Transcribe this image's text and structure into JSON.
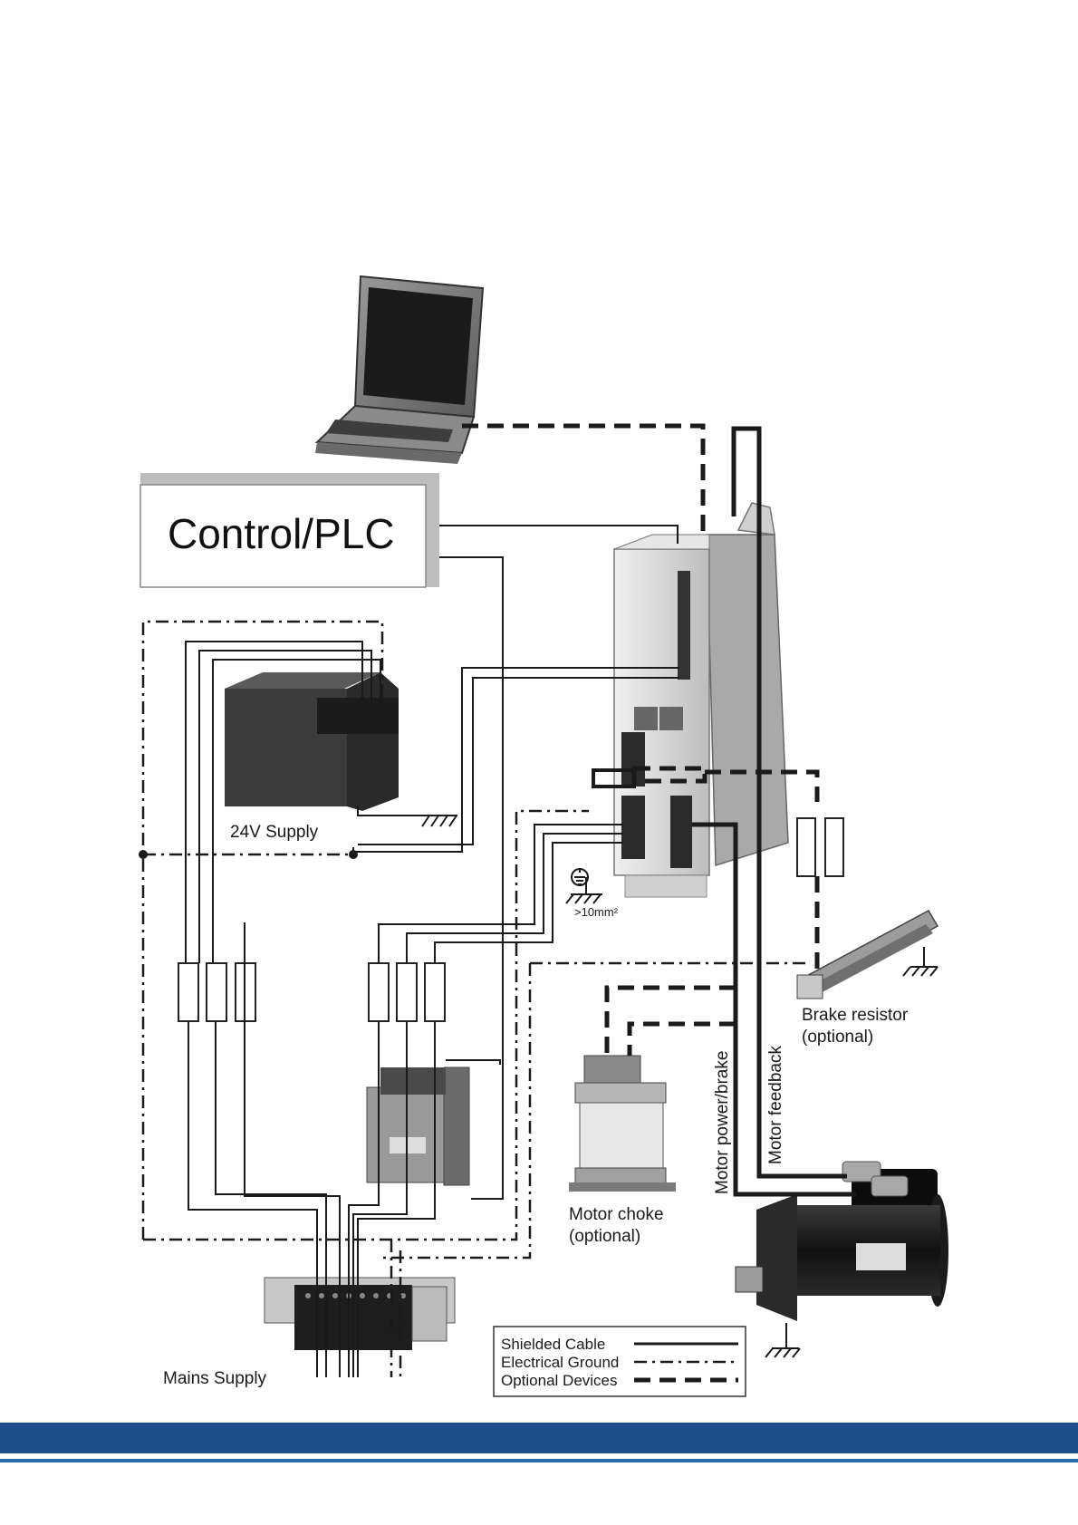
{
  "labels": {
    "control_plc": "Control/PLC",
    "supply_24v": "24V Supply",
    "ground_size": ">10mm²",
    "brake_resistor_line1": "Brake resistor",
    "brake_resistor_line2": "(optional)",
    "motor_choke_line1": "Motor choke",
    "motor_choke_line2": "(optional)",
    "motor_power_brake": "Motor power/brake",
    "motor_feedback": "Motor feedback",
    "mains_supply": "Mains Supply"
  },
  "legend": {
    "items": [
      {
        "label": "Shielded Cable",
        "style": "solid"
      },
      {
        "label": "Electrical Ground",
        "style": "dash-dot"
      },
      {
        "label": "Optional Devices",
        "style": "dashed"
      }
    ]
  },
  "colors": {
    "footer_band": "#1f4e8c",
    "footer_line": "#2a6aa8",
    "line": "#1a1a1a"
  }
}
